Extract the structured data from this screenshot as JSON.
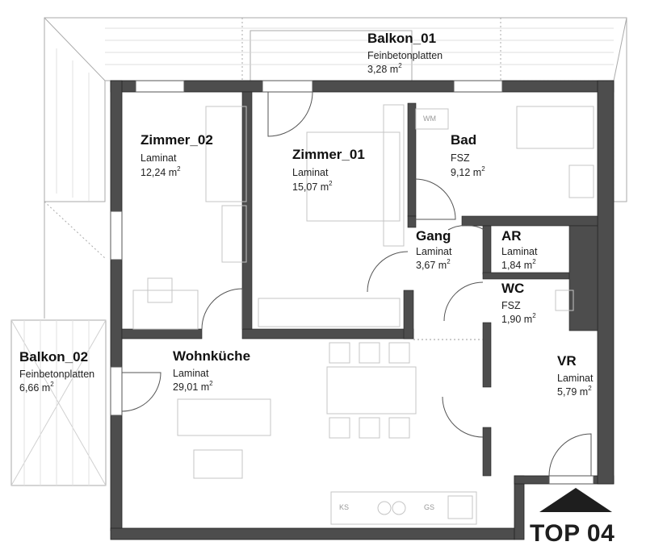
{
  "rooms": {
    "balkon_01": {
      "name": "Balkon_01",
      "floor": "Feinbetonplatten",
      "area": "3,28 m",
      "unit_sup": "2"
    },
    "zimmer_02": {
      "name": "Zimmer_02",
      "floor": "Laminat",
      "area": "12,24 m",
      "unit_sup": "2"
    },
    "zimmer_01": {
      "name": "Zimmer_01",
      "floor": "Laminat",
      "area": "15,07 m",
      "unit_sup": "2"
    },
    "bad": {
      "name": "Bad",
      "floor": "FSZ",
      "area": "9,12 m",
      "unit_sup": "2"
    },
    "gang": {
      "name": "Gang",
      "floor": "Laminat",
      "area": "3,67 m",
      "unit_sup": "2"
    },
    "ar": {
      "name": "AR",
      "floor": "Laminat",
      "area": "1,84 m",
      "unit_sup": "2"
    },
    "wc": {
      "name": "WC",
      "floor": "FSZ",
      "area": "1,90 m",
      "unit_sup": "2"
    },
    "balkon_02": {
      "name": "Balkon_02",
      "floor": "Feinbetonplatten",
      "area": "6,66 m",
      "unit_sup": "2"
    },
    "wohnkueche": {
      "name": "Wohnküche",
      "floor": "Laminat",
      "area": "29,01 m",
      "unit_sup": "2"
    },
    "vr": {
      "name": "VR",
      "floor": "Laminat",
      "area": "5,79 m",
      "unit_sup": "2"
    }
  },
  "fixtures": {
    "wm": "WM",
    "ks": "KS",
    "gs": "GS"
  },
  "unit_label": "TOP 04",
  "colors": {
    "wall": "#4d4d4d",
    "wall_edge": "#222222",
    "line": "#888888",
    "terrace_line": "#bbbbbb",
    "arrow": "#1e1e1e"
  }
}
